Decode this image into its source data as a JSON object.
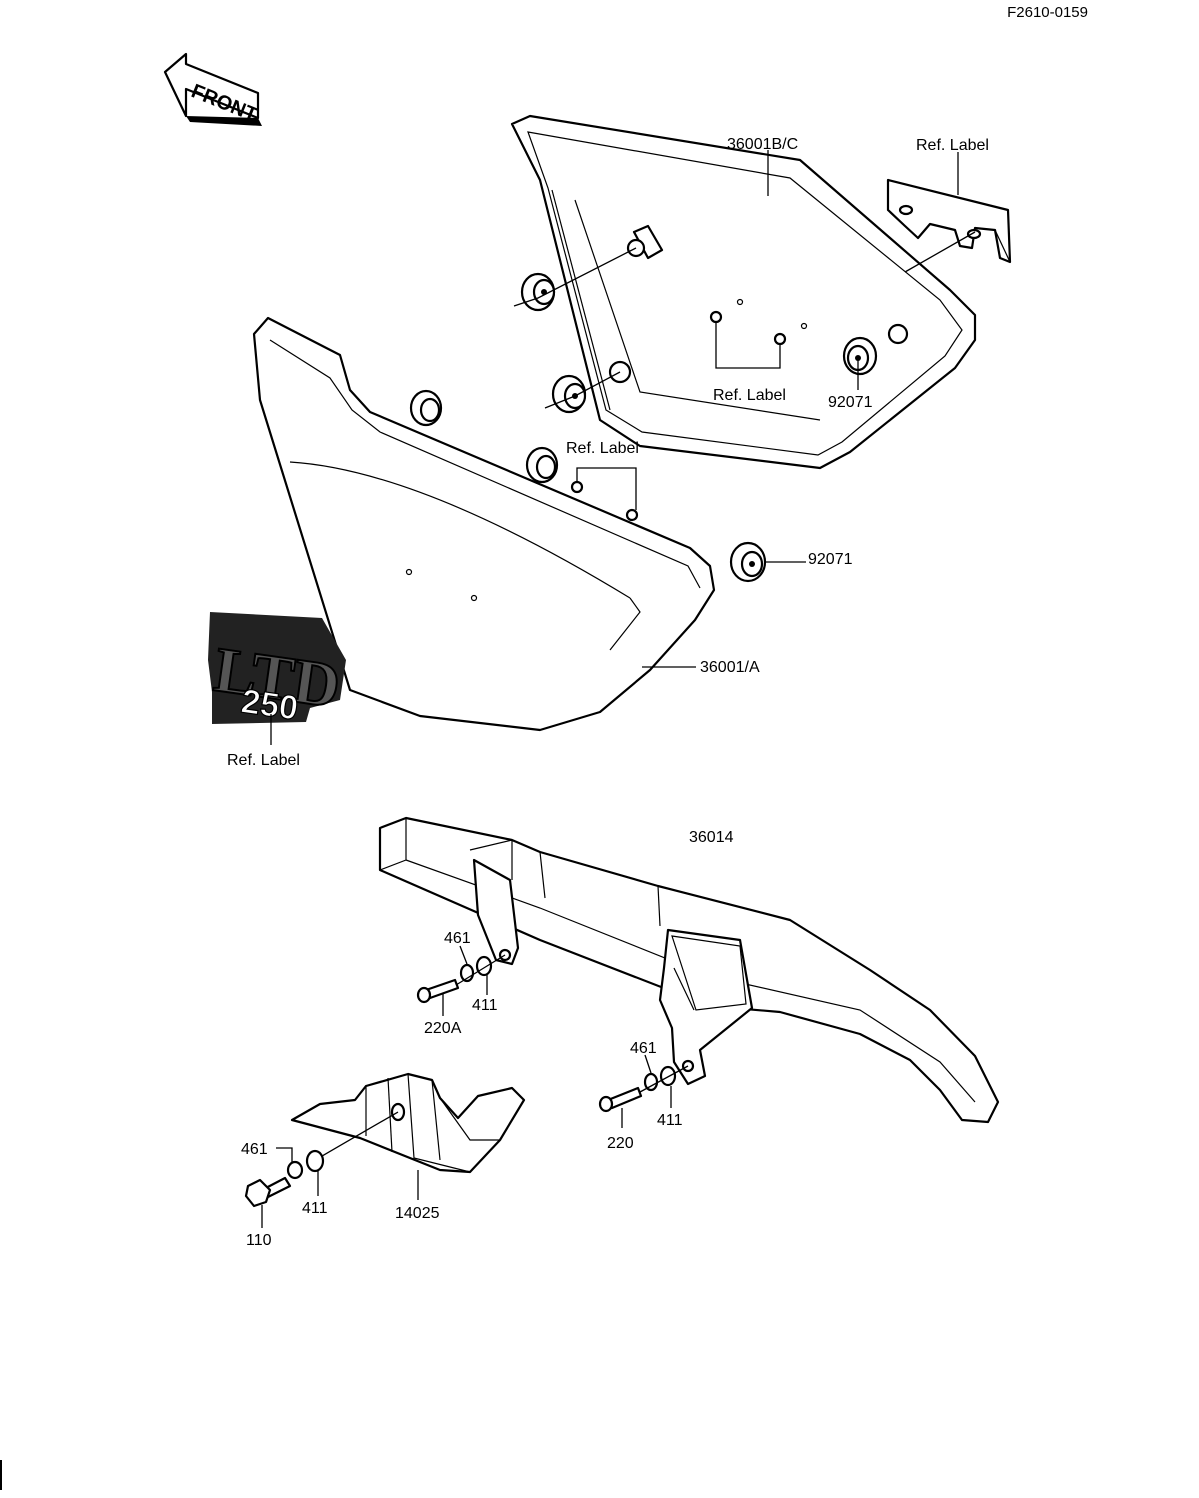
{
  "diagram_code": "F2610-0159",
  "front_label": "FRONT",
  "emblem": {
    "line1": "LTD",
    "line2": "250"
  },
  "labels": {
    "cover_right": "36001B/C",
    "ref_label_bracket": "Ref. Label",
    "ref_label_inner": "Ref. Label",
    "grommet_right_upper": "92071",
    "ref_label_middle": "Ref. Label",
    "grommet_right_lower": "92071",
    "cover_left": "36001/A",
    "ref_label_emblem": "Ref. Label",
    "chain_cover": "36014",
    "washer_461_left": "461",
    "washer_411_left": "411",
    "bolt_220A": "220A",
    "washer_461_right": "461",
    "washer_411_right": "411",
    "bolt_220": "220",
    "washer_461_guard": "461",
    "washer_411_guard": "411",
    "bolt_110": "110",
    "guard_14025": "14025"
  }
}
